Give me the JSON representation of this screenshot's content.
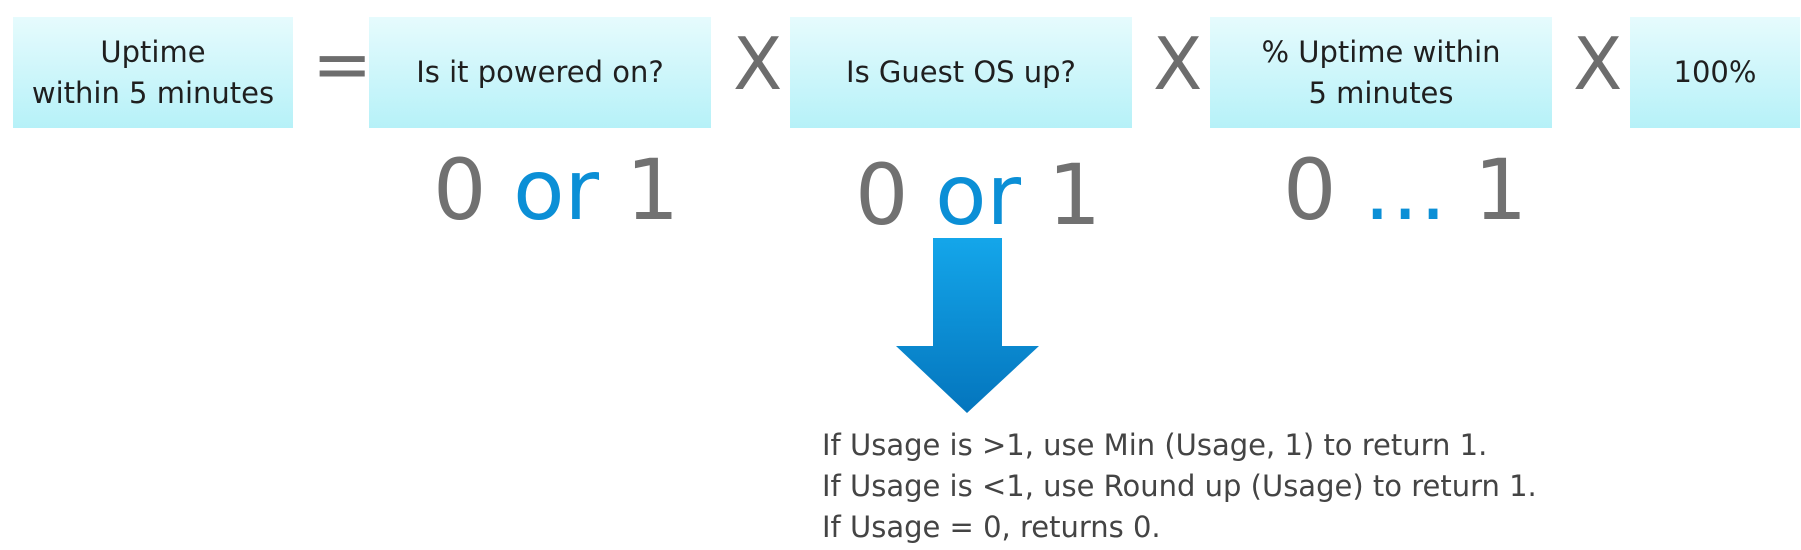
{
  "boxes": [
    {
      "lines": [
        "Uptime",
        "within 5 minutes"
      ]
    },
    {
      "lines": [
        "Is it powered on?"
      ]
    },
    {
      "lines": [
        "Is Guest OS up?"
      ]
    },
    {
      "lines": [
        "% Uptime within",
        "5 minutes"
      ]
    },
    {
      "lines": [
        "100%"
      ]
    }
  ],
  "operators": {
    "equals": "=",
    "times": "X"
  },
  "ranges": [
    {
      "low": "0",
      "conn": "or",
      "high": "1"
    },
    {
      "low": "0",
      "conn": "or",
      "high": "1"
    },
    {
      "low": "0",
      "conn": " … ",
      "high": "1"
    }
  ],
  "notes": [
    "If Usage is >1, use Min (Usage, 1) to return 1.",
    "If Usage is <1, use Round up (Usage) to return 1.",
    "If Usage = 0, returns 0."
  ],
  "colors": {
    "accent": "#0b8fd6",
    "box_top": "#e6fbfd",
    "box_bottom": "#b6f1f8",
    "gray": "#717171"
  }
}
